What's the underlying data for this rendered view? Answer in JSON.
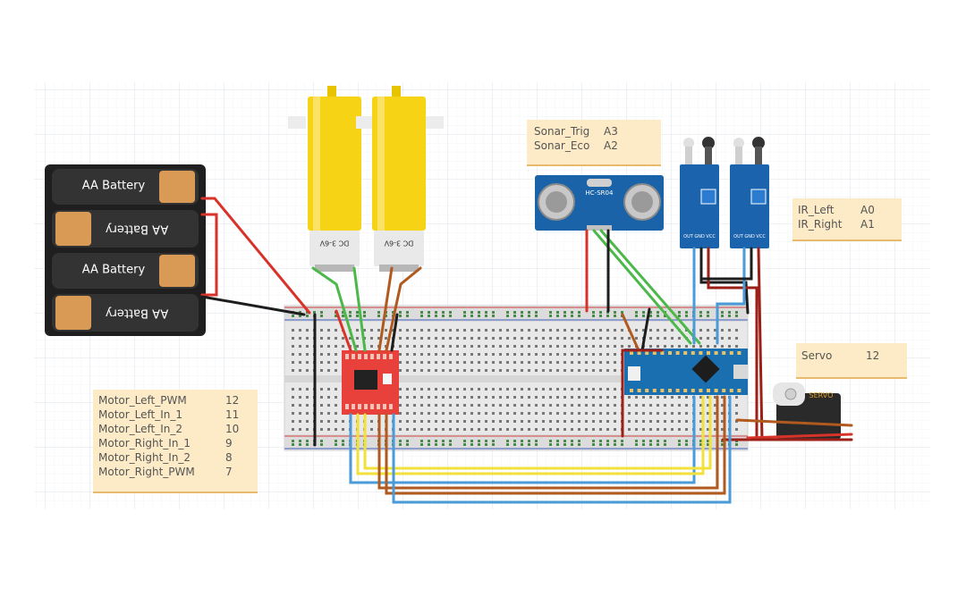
{
  "batteries": [
    {
      "label": "AA Battery",
      "flipped": false
    },
    {
      "label": "AA Battery",
      "flipped": true
    },
    {
      "label": "AA Battery",
      "flipped": false
    },
    {
      "label": "AA Battery",
      "flipped": true
    }
  ],
  "motors": [
    {
      "label": "DC 3-6V"
    },
    {
      "label": "DC 3-6V"
    }
  ],
  "sonar_module": {
    "label": "HC-SR04"
  },
  "servo_module": {
    "label": "SERVO"
  },
  "ir_sensor_pins": "OUT GND VCC",
  "notes": {
    "sonar": [
      {
        "name": "Sonar_Trig",
        "pin": "A3"
      },
      {
        "name": "Sonar_Eco",
        "pin": "A2"
      }
    ],
    "ir": [
      {
        "name": "IR_Left",
        "pin": "A0"
      },
      {
        "name": "IR_Right",
        "pin": "A1"
      }
    ],
    "servo": [
      {
        "name": "Servo",
        "pin": "12"
      }
    ],
    "motor": [
      {
        "name": "Motor_Left_PWM",
        "pin": "12"
      },
      {
        "name": "Motor_Left_In_1",
        "pin": "11"
      },
      {
        "name": "Motor_Left_In_2",
        "pin": "10"
      },
      {
        "name": "Motor_Right_In_1",
        "pin": "9"
      },
      {
        "name": "Motor_Right_In_2",
        "pin": "8"
      },
      {
        "name": "Motor_Right_PWM",
        "pin": "7"
      }
    ]
  },
  "colors": {
    "grid": "#dfe6ee",
    "battery_body": "#2b2b2b",
    "battery_cap": "#d99a55",
    "motor_yellow": "#f7d316",
    "breadboard": "#e6e6e6",
    "arduino": "#1a6fb0",
    "driver": "#e8403a",
    "sonar": "#1a63a8",
    "ir_board": "#1b64ad",
    "note": "#fcebc6",
    "wire_red": "#d8332b",
    "wire_black": "#1d1d1d",
    "wire_green": "#4bb849",
    "wire_yellow": "#f2e13a",
    "wire_brown": "#b05a1f",
    "wire_blue": "#4a9bd8",
    "wire_darkred": "#9c2018"
  }
}
